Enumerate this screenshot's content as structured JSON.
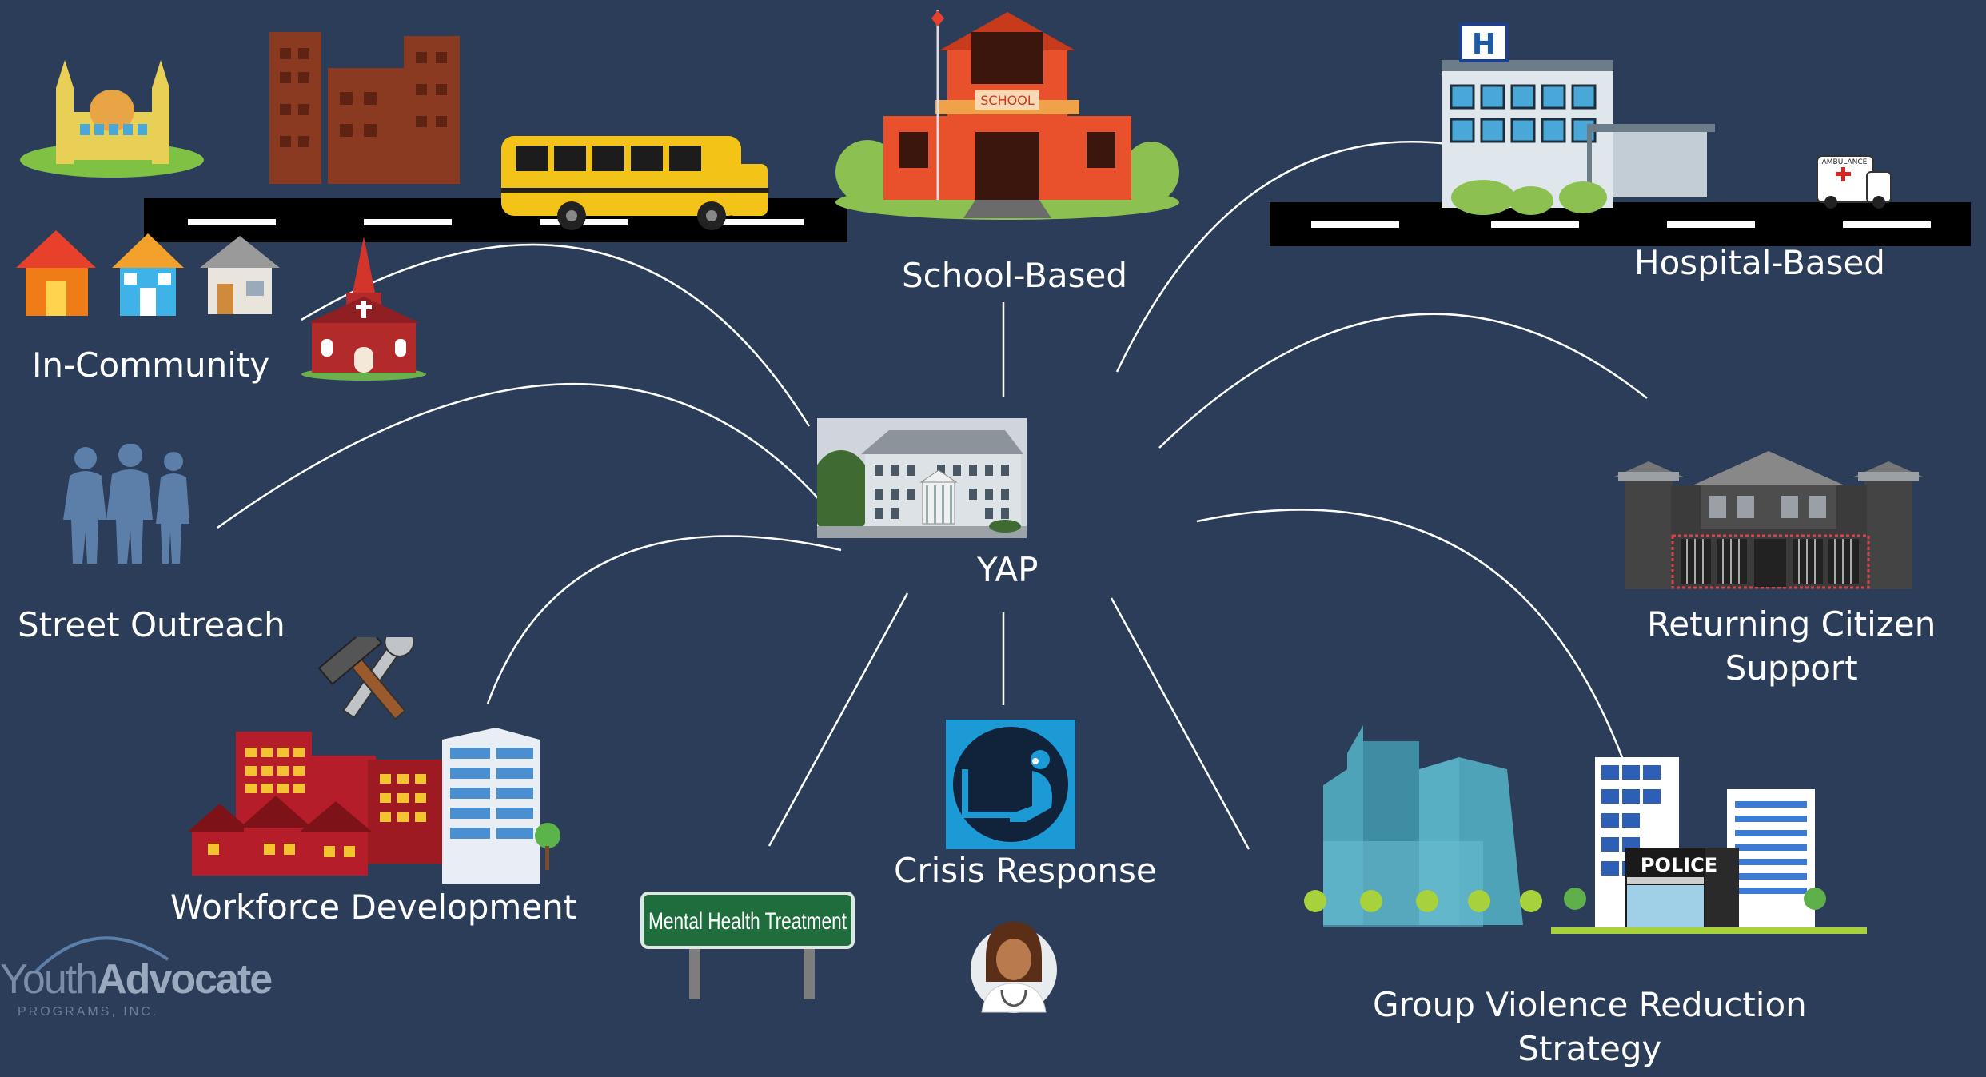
{
  "hub": {
    "label": "YAP"
  },
  "programs": {
    "school": "School-Based",
    "hospital": "Hospital-Based",
    "community": "In-Community",
    "street": "Street Outreach",
    "returning_line1": "Returning Citizen",
    "returning_line2": "Support",
    "workforce": "Workforce Development",
    "crisis": "Crisis Response",
    "gvrs_line1": "Group Violence Reduction",
    "gvrs_line2": "Strategy"
  },
  "signs": {
    "school_sign": "SCHOOL",
    "hospital_sign": "H",
    "ambulance": "AMBULANCE",
    "police": "POLICE",
    "mental_health": "Mental Health Treatment"
  },
  "logo": {
    "word1": "Youth",
    "word2": "Advocate",
    "sub": "PROGRAMS, INC."
  },
  "colors": {
    "background": "#2b3d58",
    "connector": "#ffffff",
    "road": "#000000"
  }
}
